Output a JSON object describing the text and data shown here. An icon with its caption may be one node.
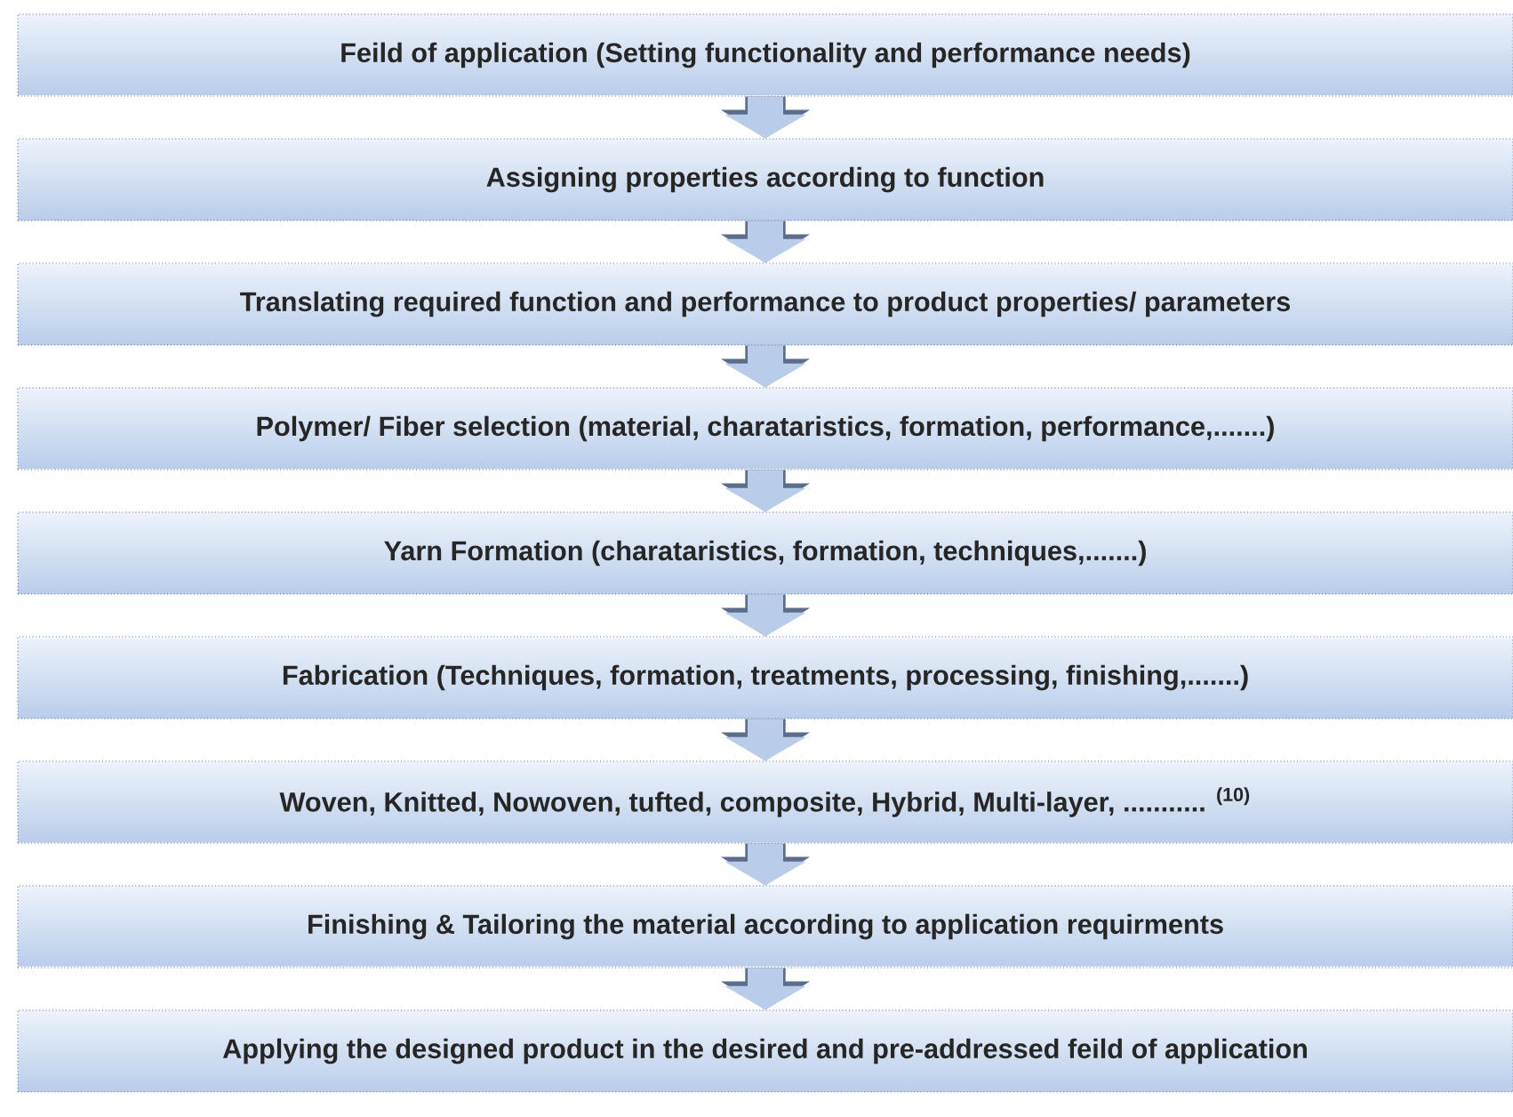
{
  "diagram": {
    "nodes": [
      {
        "text": [
          "Feild of application (Setting functionality and performance needs)"
        ]
      },
      {
        "text": [
          "Assigning properties according to function"
        ]
      },
      {
        "text": [
          "Translating  required function and performance to product properties/ parameters"
        ]
      },
      {
        "text": [
          "Polymer/ Fiber selection (material, charataristics, formation, performance,.......)"
        ]
      },
      {
        "text": [
          "Yarn Formation (charataristics, formation, techniques,.......)"
        ]
      },
      {
        "text": [
          "Fabrication (Techniques, formation, treatments, processing, finishing,.......)"
        ]
      },
      {
        "text": [
          "Woven, Knitted, Nowoven, tufted, composite, Hybrid, Multi-layer, ........... $^{(10)}$"
        ]
      },
      {
        "text": [
          "Finishing & Tailoring the material according to application requirments"
        ]
      },
      {
        "text": [
          "Applying the designed product in the desired and pre-addressed feild of application"
        ]
      }
    ],
    "edges": [
      {
        "from": 0,
        "to": 1,
        "arrow": "to"
      },
      {
        "from": 1,
        "to": 2,
        "arrow": "to"
      },
      {
        "from": 2,
        "to": 3,
        "arrow": "to"
      },
      {
        "from": 3,
        "to": 4,
        "arrow": "to"
      },
      {
        "from": 4,
        "to": 5,
        "arrow": "to"
      },
      {
        "from": 5,
        "to": 6,
        "arrow": "to"
      },
      {
        "from": 6,
        "to": 7,
        "arrow": "to"
      },
      {
        "from": 7,
        "to": 8,
        "arrow": "to"
      }
    ]
  }
}
